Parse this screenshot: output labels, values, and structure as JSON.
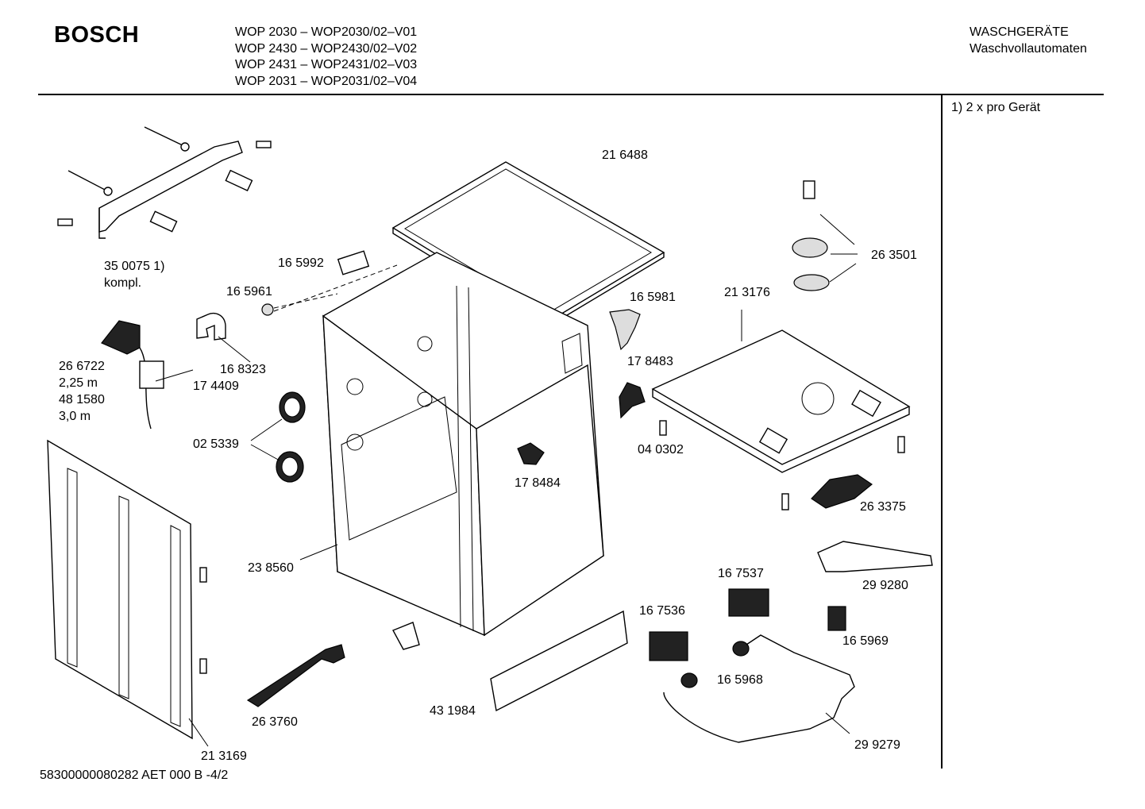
{
  "header": {
    "brand": "BOSCH",
    "models": [
      "WOP 2030 – WOP2030/02–V01",
      "WOP 2430 – WOP2430/02–V02",
      "WOP 2431 – WOP2431/02–V03",
      "WOP 2031 – WOP2031/02–V04"
    ],
    "category": "WASCHGERÄTE",
    "subcategory": "Waschvollautomaten"
  },
  "notes": {
    "note1": "1) 2 x pro Gerät"
  },
  "parts": {
    "p216488": "21 6488",
    "p350075": "35 0075 1)",
    "p350075b": "kompl.",
    "p165992": "16 5992",
    "p165961": "16 5961",
    "p168323": "16 8323",
    "p266722": "26 6722",
    "p266722b": "2,25 m",
    "p481580": "48 1580",
    "p481580b": "3,0 m",
    "p174409": "17 4409",
    "p025339": "02 5339",
    "p165981": "16 5981",
    "p263501": "26 3501",
    "p213176": "21 3176",
    "p178483": "17 8483",
    "p040302": "04 0302",
    "p178484": "17 8484",
    "p263375": "26 3375",
    "p238560": "23 8560",
    "p167537": "16 7537",
    "p299280": "29 9280",
    "p167536": "16 7536",
    "p165969": "16 5969",
    "p165968": "16 5968",
    "p263760": "26 3760",
    "p431984": "43 1984",
    "p299279": "29 9279",
    "p213169": "21 3169"
  },
  "footer": {
    "code": "58300000080282 AET 000 B   -4/2"
  }
}
